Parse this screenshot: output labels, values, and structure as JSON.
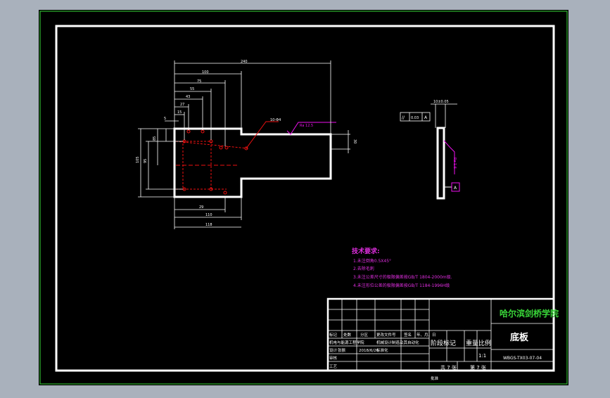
{
  "drawing": {
    "dimensions": {
      "d240": "240",
      "d100": "100",
      "d75": "75",
      "d55": "55",
      "d43": "43",
      "d27": "27",
      "d15": "15",
      "d5": "5",
      "d85": "85",
      "d105": "105",
      "d95": "95",
      "d29": "29",
      "d118": "118",
      "d110": "110",
      "d30": "30",
      "holes": "10-Φ4",
      "roughness_top": "Ra 12.5",
      "thickness": "10±0.05",
      "roughness_side": "Ra 1.6"
    },
    "tolerance": {
      "symbol": "//",
      "value": "0.03",
      "datum": "A"
    },
    "datum_marker": "A"
  },
  "tech_notes": {
    "title": "技术要求:",
    "lines": [
      "1.未注倒角0.5X45°",
      "2.去除毛刺",
      "3.未注公差尺寸的极限偏差按GB/T 1804-2000m级.",
      "4.未注形位公差的极限偏差按GB/T 1184-1996H级"
    ]
  },
  "title_block": {
    "school": "哈尔滨剑桥学院",
    "part_name": "底板",
    "drawing_number": "WBGS-TX03-07-04",
    "stage_label": "阶段标记",
    "weight_label": "重量",
    "scale_label": "比例",
    "scale_value": "1:1",
    "sheet_total": "共 7 张",
    "sheet_no": "第 7 张",
    "row_labels": [
      "标记",
      "处数",
      "分区",
      "更改文件号",
      "签名",
      "年、月、日"
    ],
    "designer_row": [
      "设计",
      "张振",
      "2018/6/26",
      "标准化"
    ],
    "program": "机械设计制造及其自动化",
    "college": "机电与能源工程学院",
    "audit": "审核",
    "process": "工艺",
    "approve": "批准"
  }
}
